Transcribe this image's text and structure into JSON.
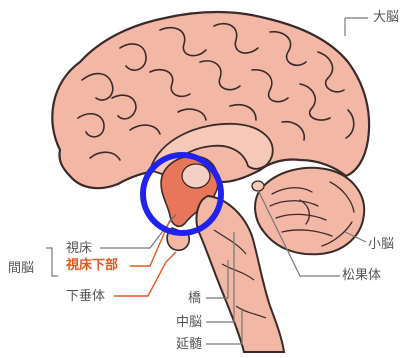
{
  "labels": {
    "cerebrum": "大脳",
    "cerebellum": "小脳",
    "pineal_body": "松果体",
    "pons": "橋",
    "midbrain": "中脳",
    "medulla": "延髄",
    "diencephalon": "間脳",
    "thalamus": "視床",
    "hypothalamus": "視床下部",
    "pituitary": "下垂体"
  },
  "colors": {
    "brain_fill": "#f2b7a5",
    "brain_stroke": "#3a2a2a",
    "highlight_region": "#e8765a",
    "highlight_text": "#e05a22",
    "leader_line": "#777777",
    "highlight_line": "#e05a22",
    "focus_circle": "#2222ee"
  },
  "annotation": {
    "focus_circle_icon": "circle-outline"
  }
}
